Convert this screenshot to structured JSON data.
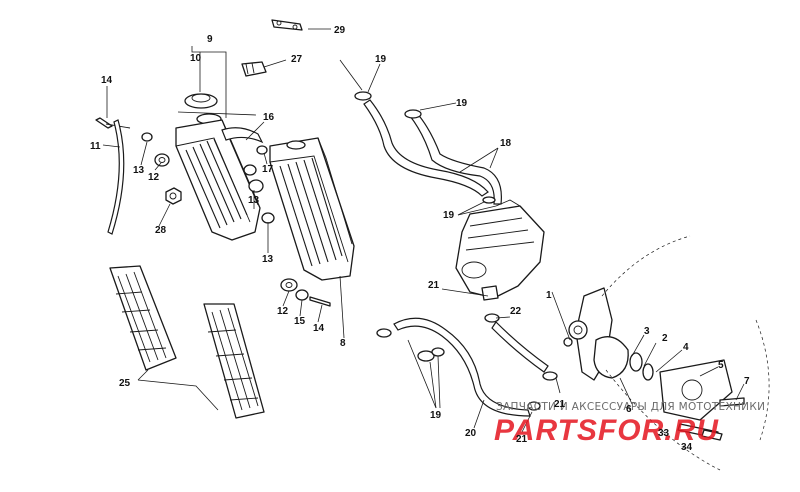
{
  "callouts": {
    "c1": "1",
    "c2": "2",
    "c3": "3",
    "c4": "4",
    "c5": "5",
    "c6": "6",
    "c7": "7",
    "c8": "8",
    "c9": "9",
    "c10": "10",
    "c11": "11",
    "c12a": "12",
    "c12b": "12",
    "c13a": "13",
    "c13b": "13",
    "c13c": "13",
    "c14a": "14",
    "c14b": "14",
    "c15": "15",
    "c16": "16",
    "c17": "17",
    "c18": "18",
    "c19a": "19",
    "c19b": "19",
    "c19c": "19",
    "c19d": "19",
    "c20": "20",
    "c21a": "21",
    "c21b": "21",
    "c21c": "21",
    "c22": "22",
    "c25": "25",
    "c27": "27",
    "c28": "28",
    "c29": "29",
    "c33": "33",
    "c34": "34"
  },
  "watermark": {
    "line": "ЗАПЧАСТИ И АКСЕССУАРЫ ДЛЯ МОТОТЕХНИКИ",
    "logo": "PARTSFOR.RU",
    "color": "#e4151f"
  }
}
